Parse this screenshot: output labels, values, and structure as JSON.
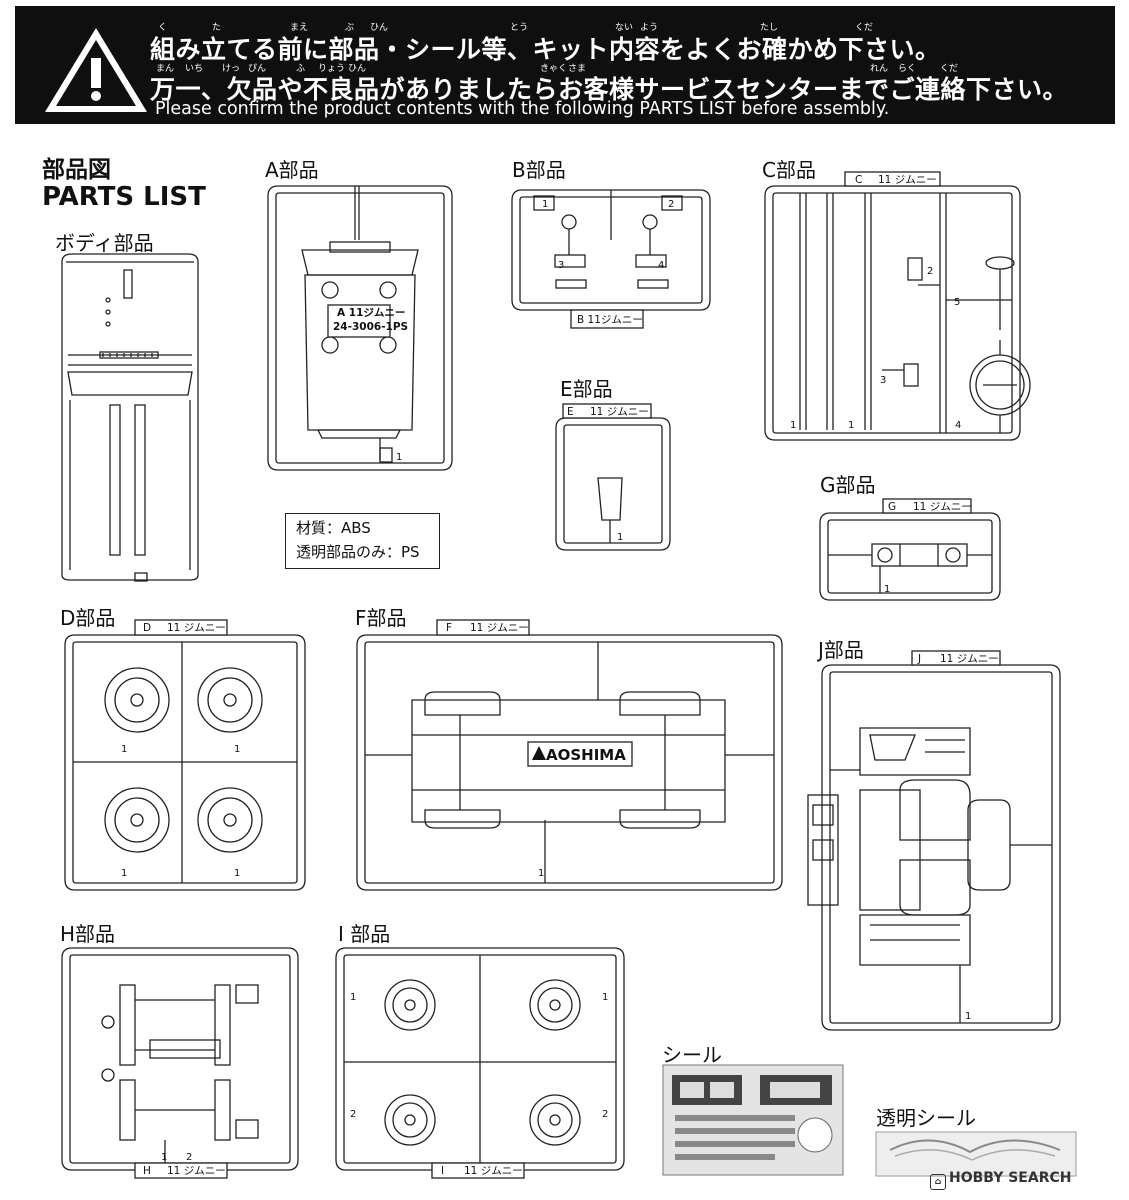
{
  "banner": {
    "line1": "組み立てる前に部品・シール等、キット内容をよくお確かめ下さい。",
    "line1_ruby": [
      "く",
      "た",
      "まえ",
      "ぶ",
      "ひん",
      "とう",
      "ない",
      "よう",
      "たし",
      "くだ"
    ],
    "line2": "万一、欠品や不良品がありましたらお客様サービスセンターまでご連絡下さい。",
    "line2_ruby": [
      "まん",
      "いち",
      "けっ",
      "ぴん",
      "ふ",
      "りょう",
      "ひん",
      "きゃく",
      "さま",
      "れん",
      "らく",
      "くだ"
    ],
    "line3": "Please confirm the product contents with the following PARTS LIST before assembly."
  },
  "title": {
    "ja": "部品図",
    "en": "PARTS LIST"
  },
  "sections": {
    "body": "ボディ部品",
    "a": "A部品",
    "b": "B部品",
    "c": "C部品",
    "d": "D部品",
    "e": "E部品",
    "f": "F部品",
    "g": "G部品",
    "h": "H部品",
    "i": "I 部品",
    "j": "J部品",
    "seal": "シール",
    "clear_seal": "透明シール"
  },
  "material": {
    "line1": "材質：ABS",
    "line2": "透明部品のみ：PS"
  },
  "runner_tags": {
    "a": "A 11ジムニー",
    "a_code": "24-3006-1PS",
    "b": "B 11ジムニー",
    "c_letter": "C",
    "c_name": "11 ジムニー",
    "d_letter": "D",
    "d_name": "11 ジムニー",
    "e_letter": "E",
    "e_name": "11 ジムニー",
    "f_letter": "F",
    "f_name": "11 ジムニー",
    "g_letter": "G",
    "g_name": "11 ジムニー",
    "h_letter": "H",
    "h_name": "11 ジムニー",
    "i_letter": "I",
    "i_name": "11 ジムニー",
    "j_letter": "J",
    "j_name": "11 ジムニー",
    "aoshima": "AOSHIMA"
  },
  "part_numbers": {
    "one": "1",
    "two": "2",
    "three": "3",
    "four": "4",
    "five": "5"
  },
  "watermark": "HOBBY SEARCH"
}
